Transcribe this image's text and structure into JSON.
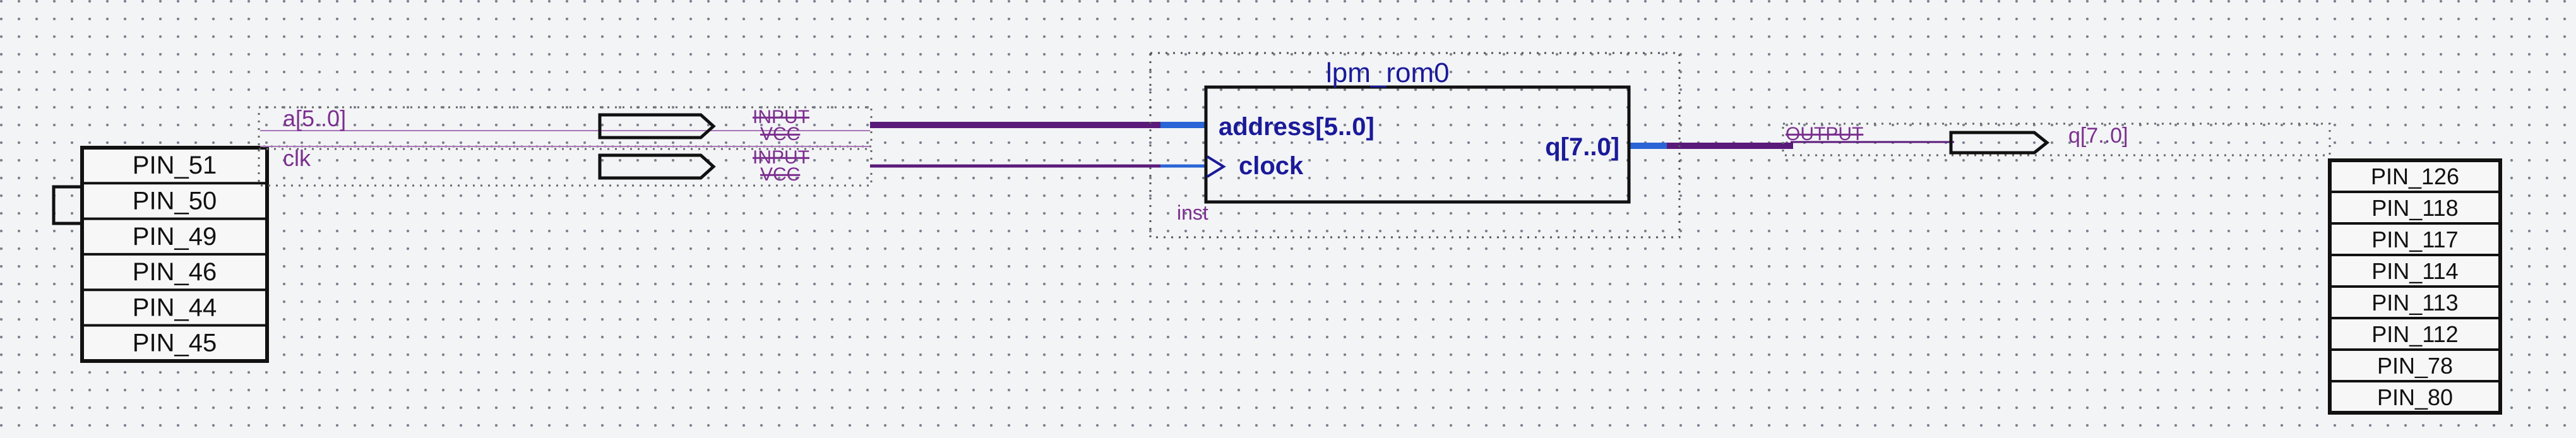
{
  "schematic": {
    "input_a": {
      "name": "a[5..0]",
      "type": "INPUT",
      "vcc": "VCC"
    },
    "input_clk": {
      "name": "clk",
      "type": "INPUT",
      "vcc": "VCC"
    },
    "rom": {
      "title": "lpm_rom0",
      "port_address": "address[5..0]",
      "port_clock": "clock",
      "port_q": "q[7..0]",
      "instance": "inst"
    },
    "output_q": {
      "name": "q[7..0]",
      "type": "OUTPUT"
    },
    "left_pins": [
      "PIN_51",
      "PIN_50",
      "PIN_49",
      "PIN_46",
      "PIN_44",
      "PIN_45"
    ],
    "right_pins": [
      "PIN_126",
      "PIN_118",
      "PIN_117",
      "PIN_114",
      "PIN_113",
      "PIN_112",
      "PIN_78",
      "PIN_80"
    ]
  }
}
